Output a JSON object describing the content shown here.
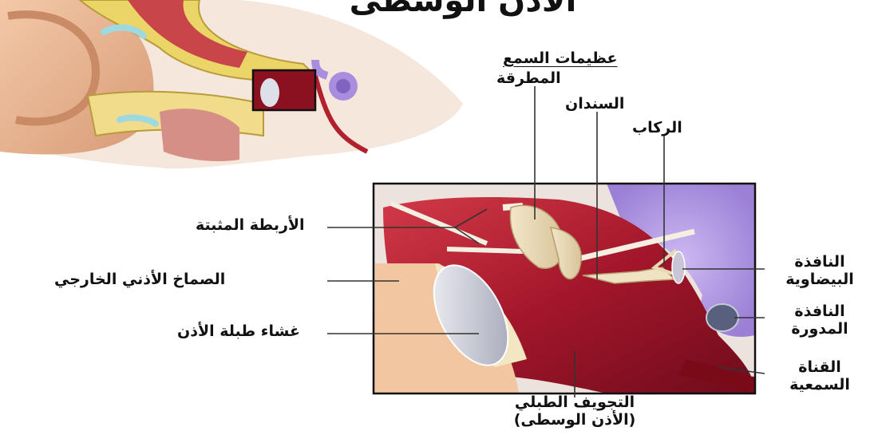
{
  "title": "الأذن الوسطى",
  "labels": {
    "ossicles": "عظيمات السمع",
    "malleus": "المطرقة",
    "incus": "السندان",
    "stapes": "الركاب",
    "suspensory_ligaments": "الأربطة المثبتة",
    "external_canal": "الصماخ الأذني الخارجي",
    "tympanic_membrane": "غشاء طبلة الأذن",
    "oval_window_1": "النافذة",
    "oval_window_2": "البيضاوية",
    "round_window_1": "النافذة",
    "round_window_2": "المدورة",
    "auditory_canal_1": "القناة",
    "auditory_canal_2": "السمعية",
    "tympanic_cavity_1": "التجويف الطبلي",
    "tympanic_cavity_2": "(الأذن الوسطى)"
  },
  "colors": {
    "flesh": "#e8b38f",
    "bone_yellow": "#e9d77a",
    "cavity_red": "#a3162a",
    "ossicle": "#ead9b4",
    "cochlea": "#a98ee0",
    "line": "#333333"
  }
}
